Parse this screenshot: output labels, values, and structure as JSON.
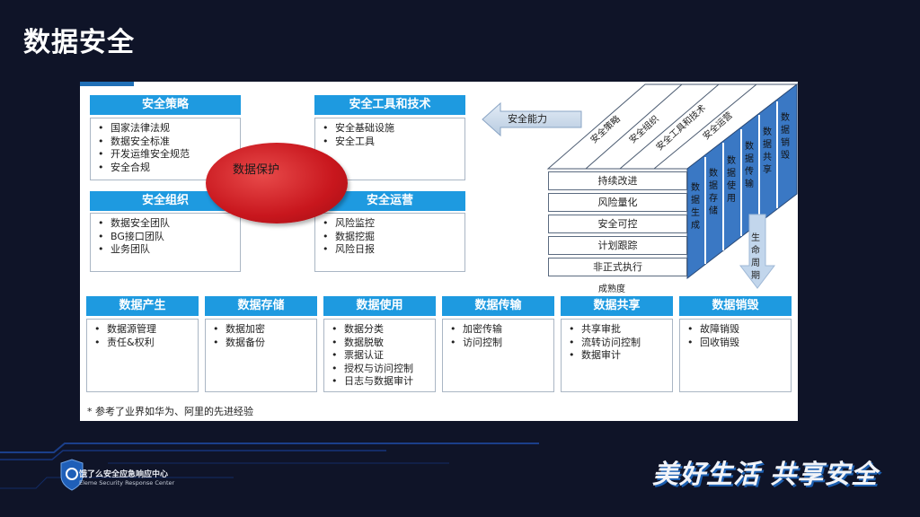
{
  "title": "数据安全",
  "arch": {
    "policy": {
      "header": "安全策略",
      "items": [
        "国家法律法规",
        "数据安全标准",
        "开发运维安全规范",
        "安全合规"
      ]
    },
    "tools": {
      "header": "安全工具和技术",
      "items": [
        "安全基础设施",
        "安全工具"
      ]
    },
    "org": {
      "header": "安全组织",
      "items": [
        "数据安全团队",
        "BG接口团队",
        "业务团队"
      ]
    },
    "ops": {
      "header": "安全运营",
      "items": [
        "风险监控",
        "数据挖掘",
        "风险日报"
      ]
    },
    "center": "数据保护",
    "capability_arrow": "安全能力"
  },
  "cube": {
    "top_labels": [
      "安全策略",
      "安全组织",
      "安全工具和技术",
      "安全运营"
    ],
    "side_labels": [
      "数据生成",
      "数据存储",
      "数据使用",
      "数据传输",
      "数据共享",
      "数据销毁"
    ],
    "maturity": [
      "持续改进",
      "风险量化",
      "安全可控",
      "计划跟踪",
      "非正式执行"
    ],
    "maturity_axis": "成熟度",
    "lifecycle_axis": "生命周期"
  },
  "lifecycle": [
    {
      "header": "数据产生",
      "items": [
        "数据源管理",
        "责任&权利"
      ]
    },
    {
      "header": "数据存储",
      "items": [
        "数据加密",
        "数据备份"
      ]
    },
    {
      "header": "数据使用",
      "items": [
        "数据分类",
        "数据脱敏",
        "票据认证",
        "授权与访问控制",
        "日志与数据审计"
      ]
    },
    {
      "header": "数据传输",
      "items": [
        "加密传输",
        "访问控制"
      ]
    },
    {
      "header": "数据共享",
      "items": [
        "共享审批",
        "流转访问控制",
        "数据审计"
      ]
    },
    {
      "header": "数据销毁",
      "items": [
        "故障销毁",
        "回收销毁"
      ]
    }
  ],
  "footnote": "* 参考了业界如华为、阿里的先进经验",
  "footer": {
    "org_name": "饿了么安全应急响应中心",
    "org_name_en": "Eleme Security Response Center",
    "slogan": "美好生活 共享安全"
  },
  "colors": {
    "header_blue": "#1e9ae0",
    "cube_blue": "#3a78c4",
    "background": "#0f1428",
    "ellipse_red": "#c8161d"
  }
}
